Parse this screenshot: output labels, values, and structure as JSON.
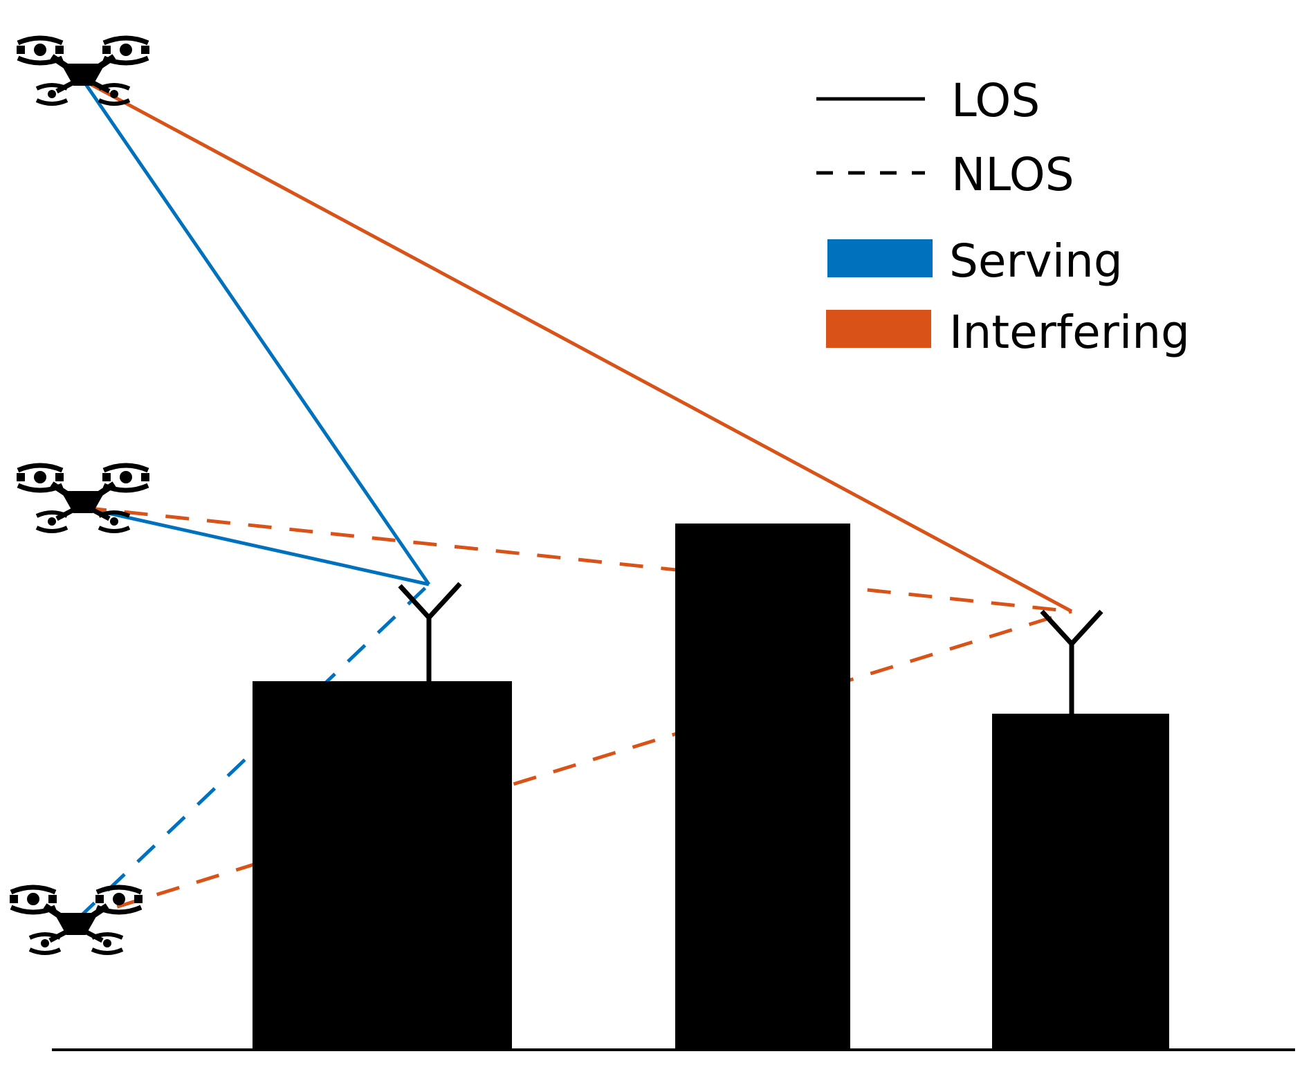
{
  "legend": {
    "los": "LOS",
    "nlos": "NLOS",
    "serving": "Serving",
    "interfering": "Interfering"
  },
  "colors": {
    "serving": "#0072BD",
    "interfering": "#D95319",
    "structure": "#000000",
    "background": "#FFFFFF"
  },
  "icons": {
    "drone": "quadcopter-drone-icon",
    "antenna": "antenna-icon",
    "building": "building-block"
  },
  "entities": {
    "drones": [
      "drone-top",
      "drone-middle",
      "drone-bottom"
    ],
    "antennas": [
      "antenna-left",
      "antenna-right"
    ],
    "buildings": [
      "building-left",
      "building-middle",
      "building-right"
    ]
  },
  "links": [
    {
      "from": "drone-top",
      "to": "antenna-left",
      "role": "serving",
      "type": "los"
    },
    {
      "from": "drone-top",
      "to": "antenna-right",
      "role": "interfering",
      "type": "los"
    },
    {
      "from": "drone-middle",
      "to": "antenna-left",
      "role": "serving",
      "type": "los"
    },
    {
      "from": "drone-middle",
      "to": "antenna-right",
      "role": "interfering",
      "type": "nlos"
    },
    {
      "from": "drone-bottom",
      "to": "antenna-left",
      "role": "serving",
      "type": "nlos"
    },
    {
      "from": "drone-bottom",
      "to": "antenna-right",
      "role": "interfering",
      "type": "nlos"
    }
  ]
}
